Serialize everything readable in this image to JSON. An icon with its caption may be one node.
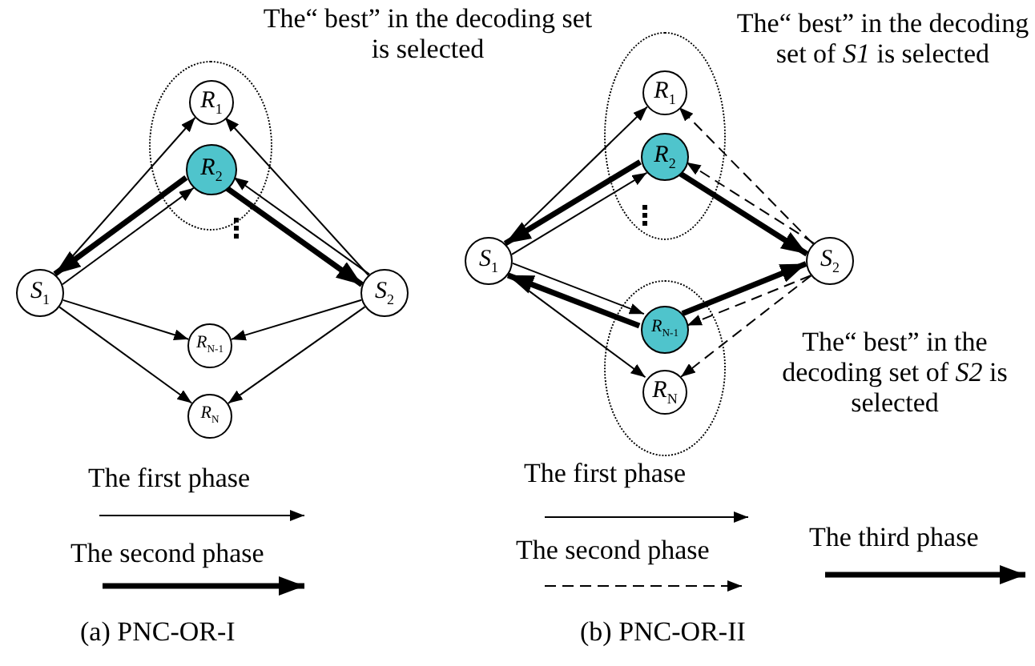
{
  "diagram": {
    "nodes": [
      {
        "text": [
          "The“ best” in the decoding set  is selected"
        ]
      },
      {
        "text": [
          "*R*$_{1}$"
        ],
        "in": 0
      },
      {
        "text": [
          "*R*$_{2}$"
        ],
        "in": 0
      },
      {
        "text": [
          "*S*$_{1}$"
        ]
      },
      {
        "text": [
          "*S*$_{2}$"
        ]
      },
      {
        "text": [
          "*R*$_{N-1}$"
        ]
      },
      {
        "text": [
          "*R*$_{N}$"
        ]
      },
      {
        "text": [
          "The“ best” in the decoding set of *S1* is selected"
        ]
      },
      {
        "text": [
          "*R*$_{1}$"
        ],
        "in": 7
      },
      {
        "text": [
          "*R*$_{2}$"
        ],
        "in": 7
      },
      {
        "text": [
          "*S*$_{1}$"
        ]
      },
      {
        "text": [
          "*S*$_{2}$"
        ]
      },
      {
        "text": [
          "The“ best” in the decoding set of *S2* is selected"
        ]
      },
      {
        "text": [
          "*R*$_{N-1}$"
        ],
        "in": 12
      },
      {
        "text": [
          "*R*$_{N}$"
        ],
        "in": 12
      }
    ],
    "edges": [
      {
        "from": 3,
        "to": 1,
        "arrow": "to"
      },
      {
        "from": 3,
        "to": 2,
        "arrow": "to"
      },
      {
        "from": 3,
        "to": 5,
        "arrow": "to"
      },
      {
        "from": 3,
        "to": 6,
        "arrow": "to"
      },
      {
        "from": 4,
        "to": 1,
        "arrow": "to"
      },
      {
        "from": 4,
        "to": 2,
        "arrow": "to"
      },
      {
        "from": 4,
        "to": 5,
        "arrow": "to"
      },
      {
        "from": 4,
        "to": 6,
        "arrow": "to"
      },
      {
        "from": 2,
        "to": 3,
        "arrow": "to",
        "style": "thick"
      },
      {
        "from": 2,
        "to": 4,
        "arrow": "to",
        "style": "thick"
      },
      {
        "from": 10,
        "to": 8,
        "arrow": "to"
      },
      {
        "from": 10,
        "to": 9,
        "arrow": "to"
      },
      {
        "from": 10,
        "to": 13,
        "arrow": "to"
      },
      {
        "from": 10,
        "to": 14,
        "arrow": "to"
      },
      {
        "from": 11,
        "to": 8,
        "arrow": "to",
        "style": "dashed"
      },
      {
        "from": 11,
        "to": 9,
        "arrow": "to",
        "style": "dashed"
      },
      {
        "from": 11,
        "to": 13,
        "arrow": "to",
        "style": "dashed"
      },
      {
        "from": 11,
        "to": 14,
        "arrow": "to",
        "style": "dashed"
      },
      {
        "from": 9,
        "to": 10,
        "arrow": "to",
        "style": "thick"
      },
      {
        "from": 9,
        "to": 11,
        "arrow": "to",
        "style": "thick"
      },
      {
        "from": 13,
        "to": 10,
        "arrow": "to",
        "style": "thick"
      },
      {
        "from": 13,
        "to": 11,
        "arrow": "to",
        "style": "thick"
      }
    ],
    "labels": [
      "(a) PNC-OR-I",
      "(b) PNC-OR-II"
    ],
    "legend": [
      {
        "text": "The first phase"
      },
      {
        "text": "The second phase"
      },
      {
        "text": "The first phase"
      },
      {
        "text": "The second phase"
      },
      {
        "text": "The third phase"
      }
    ]
  }
}
